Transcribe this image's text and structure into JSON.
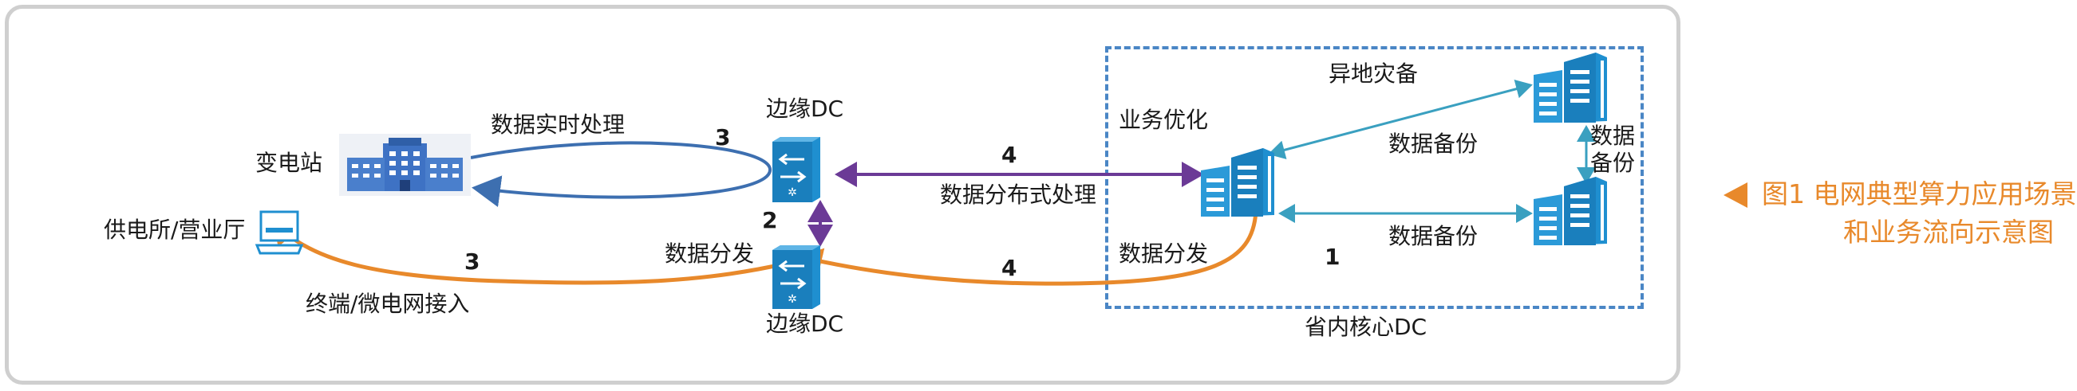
{
  "labels": {
    "substation": "变电站",
    "realtime_processing": "数据实时处理",
    "edge_dc_top": "边缘DC",
    "edge_dc_bottom": "边缘DC",
    "business_hall": "供电所/营业厅",
    "terminal_access": "终端/微电网接入",
    "data_distribution_left": "数据分发",
    "distributed_processing": "数据分布式处理",
    "business_optimization": "业务优化",
    "data_distribution_right": "数据分发",
    "remote_disaster_backup": "异地灾备",
    "data_backup_upper": "数据备份",
    "data_backup_lower": "数据备份",
    "data_backup_vertical_1": "数据",
    "data_backup_vertical_2": "备份",
    "provincial_core_dc": "省内核心DC"
  },
  "numbers": {
    "realtime_loop": "3",
    "edge_core_link": "4",
    "edge_link": "2",
    "terminal_path": "3",
    "distribution_path": "4",
    "backup_path": "1"
  },
  "caption": {
    "line1": "图1  电网典型算力应用场景",
    "line2": "和业务流向示意图"
  },
  "colors": {
    "blue_loop": "#3d6fb0",
    "purple": "#6b3a96",
    "orange": "#e8892b",
    "teal": "#3aa0c0",
    "icon_blue": "#1f8fd0",
    "building_blue": "#3e72c4"
  },
  "icons": [
    "substation-building-icon",
    "laptop-icon",
    "edge-switch-icon",
    "core-datacenter-icon",
    "backup-datacenter-icon"
  ]
}
